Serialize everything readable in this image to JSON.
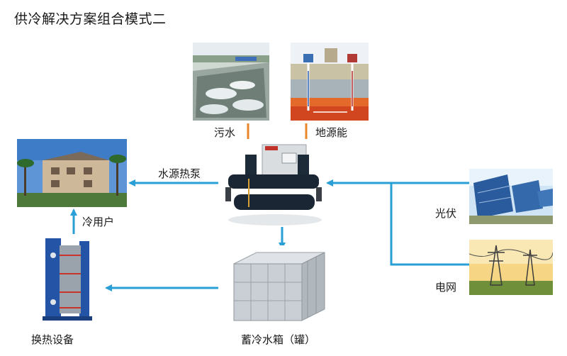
{
  "diagram": {
    "title": "供冷解决方案组合模式二",
    "nodes": {
      "sewage": "污水",
      "geothermal": "地源能",
      "heat_pump": "水源热泵",
      "cooling_user": "冷用户",
      "heat_exchanger": "换热设备",
      "storage_tank": "蓄冷水箱（罐）",
      "pv": "光伏",
      "grid": "电网"
    },
    "colors": {
      "flow_blue": "#2a9fd6",
      "flow_orange": "#e8862a"
    }
  }
}
